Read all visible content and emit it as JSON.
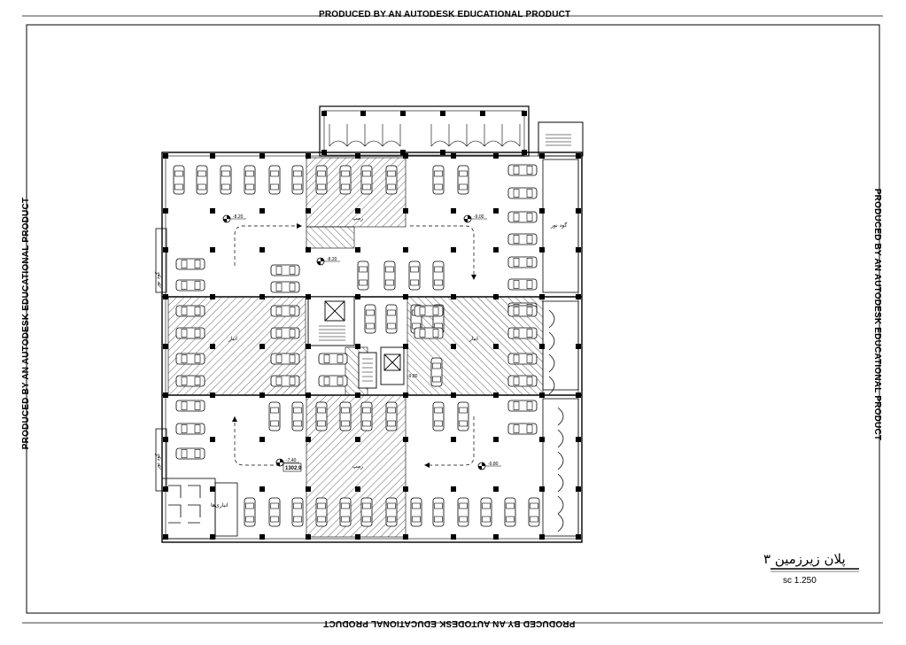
{
  "watermarks": {
    "top": "PRODUCED BY AN AUTODESK EDUCATIONAL PRODUCT",
    "bottom": "PRODUCED BY AN AUTODESK EDUCATIONAL PRODUCT",
    "left": "PRODUCED BY AN AUTODESK EDUCATIONAL PRODUCT",
    "right": "PRODUCED BY AN AUTODESK EDUCATIONAL PRODUCT"
  },
  "title_block": {
    "title": "پلان زیرزمین ۳",
    "scale": "sc 1.250"
  },
  "levels": {
    "nw": "-8.20",
    "ne": "-9.00",
    "ramp": "-8.20",
    "core": "-9.80",
    "sw": "-7.40",
    "se": "-9.80",
    "sw_box": "1302.9"
  },
  "room_labels": {
    "light_well_ne": "گود نور",
    "light_well_w": "گود نور",
    "light_well_sw": "گود نور",
    "ramp_top": "رمپ",
    "ramp_bottom": "رمپ",
    "core_left": "انبار",
    "core_right": "انبار",
    "storage": "انباری‌ها"
  },
  "colors": {
    "line": "#000000",
    "hatch": "#333333",
    "paper": "#ffffff"
  }
}
